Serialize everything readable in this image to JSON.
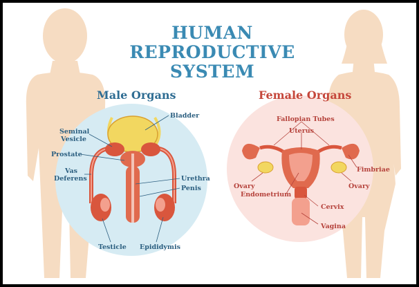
{
  "title": {
    "line1": "HUMAN",
    "line2": "REPRODUCTIVE",
    "line3": "SYSTEM"
  },
  "male": {
    "heading": "Male Organs",
    "labels": {
      "bladder": "Bladder",
      "seminal_vesicle_1": "Seminal",
      "seminal_vesicle_2": "Vesicle",
      "prostate": "Prostate",
      "vas_deferens_1": "Vas",
      "vas_deferens_2": "Deferens",
      "urethra": "Urethra",
      "penis": "Penis",
      "testicle": "Testicle",
      "epididymis": "Epididymis"
    }
  },
  "female": {
    "heading": "Female Organs",
    "labels": {
      "fallopian_tubes": "Fallopian Tubes",
      "uterus": "Uterus",
      "fimbriae": "Fimbriae",
      "ovary_left": "Ovary",
      "ovary_right": "Ovary",
      "endometrium": "Endometrium",
      "cervix": "Cervix",
      "vagina": "Vagina"
    }
  },
  "colors": {
    "title": "#3a8ab3",
    "male_heading": "#2f6d93",
    "female_heading": "#c5473b",
    "male_label": "#2c5f80",
    "female_label": "#b5423b",
    "silhouette": "#f6dcc2",
    "male_circle": "#d6ebf3",
    "female_circle": "#fbe3df",
    "organ": "#d9563d",
    "organ_light": "#f3a08e",
    "yellow": "#f2d760"
  }
}
